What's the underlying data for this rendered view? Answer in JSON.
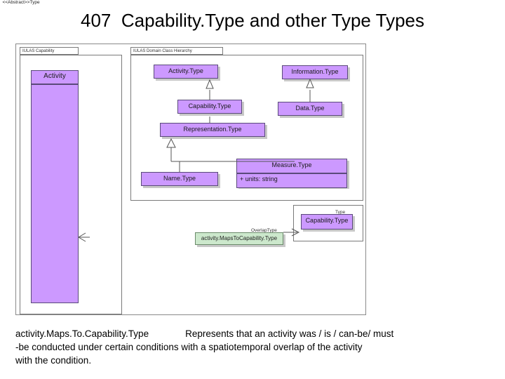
{
  "slide": {
    "title": "407  Capability.Type and other Type Types",
    "caption_line1_left": "activity.Maps.To.Capability.Type",
    "caption_line1_right": "Represents that an activity was / is / can-be/ must",
    "caption_line2": "-be conducted under certain conditions with a spatiotemporal overlap of the activity",
    "caption_line3": "with the condition."
  },
  "diagram": {
    "packages": [
      {
        "name": "package-iulas-capability",
        "label": "IULAS Capability"
      },
      {
        "name": "package-iulas-domain-class-hierarchy",
        "label": "IULAS Domain Class Hierarchy"
      }
    ],
    "classes": [
      {
        "name": "class-activity",
        "label": "Activity",
        "stereotype": "<<Abstract>>Type",
        "color": "#cc99ff"
      },
      {
        "name": "class-activity-type",
        "label": "Activity.Type",
        "color": "#cc99ff"
      },
      {
        "name": "class-information-type",
        "label": "Information.Type",
        "color": "#cc99ff"
      },
      {
        "name": "class-capability-type",
        "label": "Capability.Type",
        "color": "#cc99ff"
      },
      {
        "name": "class-data-type",
        "label": "Data.Type",
        "color": "#cc99ff"
      },
      {
        "name": "class-representation-type",
        "label": "Representation.Type",
        "color": "#cc99ff"
      },
      {
        "name": "class-name-type",
        "label": "Name.Type",
        "color": "#cc99ff"
      },
      {
        "name": "class-measure-type",
        "label": "Measure.Type",
        "attribute": "+   units: string",
        "color": "#cc99ff"
      },
      {
        "name": "class-capability-type-2",
        "label": "Capability.Type",
        "stereotype": "Type",
        "color": "#cc99ff"
      },
      {
        "name": "class-activity-maps-to-capability-type",
        "label": "activity.MapsToCapability.Type",
        "stereotype": "OverlapType",
        "color": "#cce8cc"
      }
    ],
    "colors": {
      "class_fill": "#cc99ff",
      "class_border": "#5a4a7a",
      "green_fill": "#cce8cc",
      "frame_border": "#8a8a8a",
      "line": "#555555"
    }
  }
}
